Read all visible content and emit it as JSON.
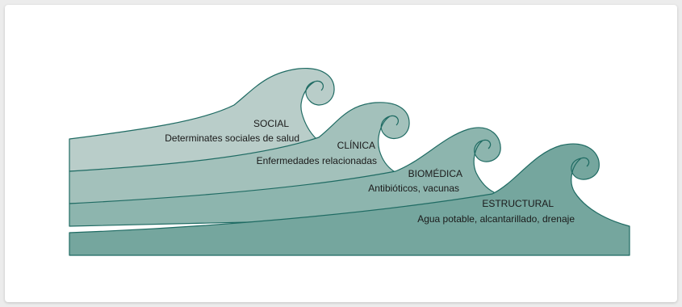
{
  "waves": [
    {
      "title": "SOCIAL",
      "subtitle": "Determinates sociales de salud",
      "color": "#b9cdc9"
    },
    {
      "title": "CLÍNICA",
      "subtitle": "Enfermedades relacionadas",
      "color": "#a3c1bb"
    },
    {
      "title": "BIOMÉDICA",
      "subtitle": "Antibióticos, vacunas",
      "color": "#8db5ae"
    },
    {
      "title": "ESTRUCTURAL",
      "subtitle": "Agua potable, alcantarillado, drenaje",
      "color": "#75a69e"
    }
  ]
}
